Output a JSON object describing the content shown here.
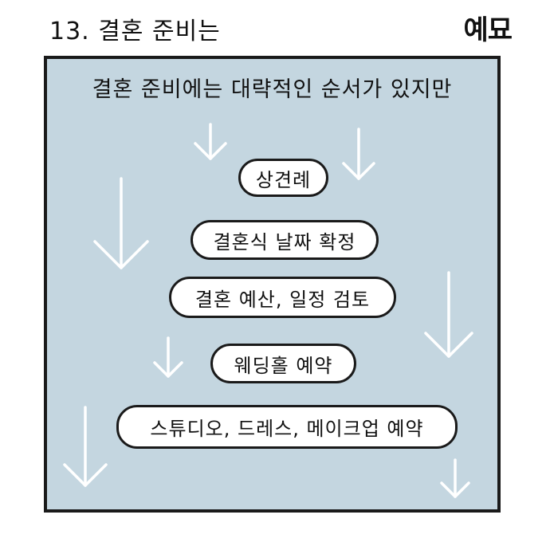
{
  "header": {
    "title": "13. 결혼 준비는",
    "brand": "예묘"
  },
  "panel": {
    "caption": "결혼 준비에는 대략적인 순서가 있지만",
    "background_color": "#c4d6e0",
    "steps": [
      {
        "label": "상견례"
      },
      {
        "label": "결혼식 날짜 확정"
      },
      {
        "label": "결혼 예산, 일정 검토"
      },
      {
        "label": "웨딩홀 예약"
      },
      {
        "label": "스튜디오, 드레스, 메이크업 예약"
      }
    ],
    "decoration_icon": "down-arrow-icon"
  }
}
